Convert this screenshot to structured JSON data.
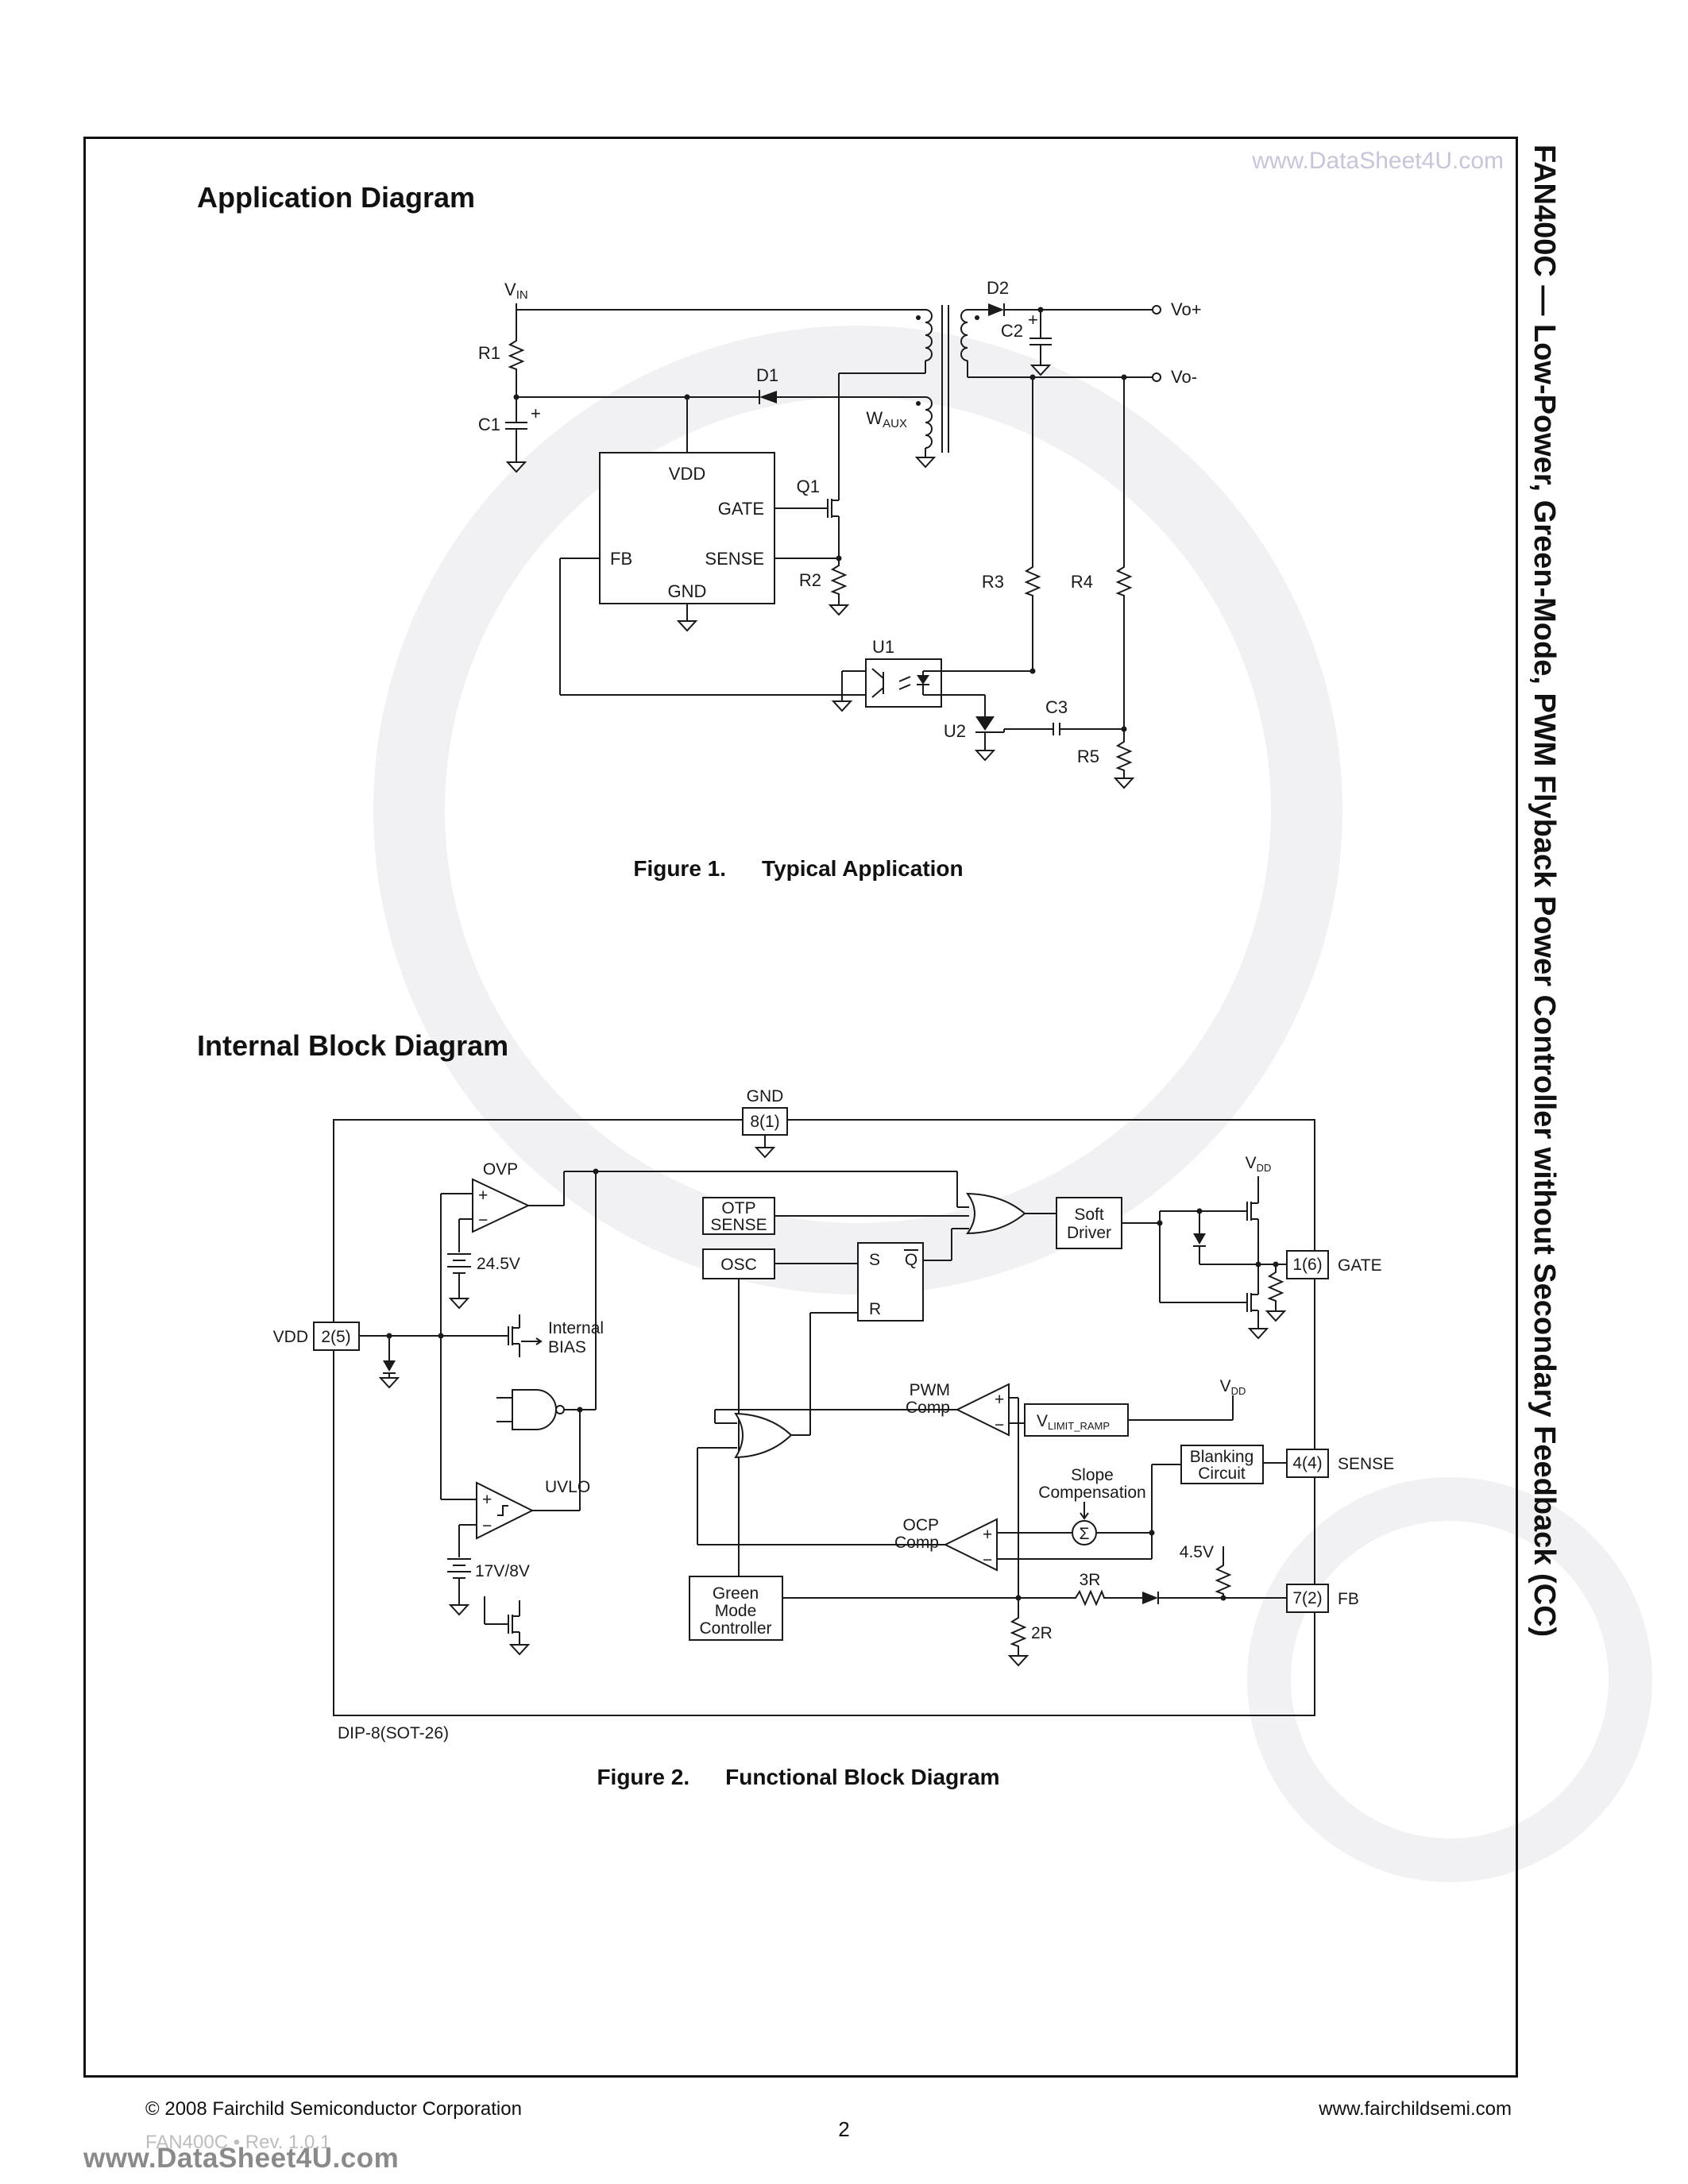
{
  "page": {
    "watermark_top": "www.DataSheet4U.com",
    "watermark_bottom": "www.DataSheet4U.com",
    "sidebar_title": "FAN400C — Low-Power, Green-Mode, PWM Flyback Power Controller without Secondary Feedback (CC)",
    "footer": {
      "copyright": "© 2008 Fairchild Semiconductor Corporation",
      "revision": "FAN400C • Rev. 1.0.1",
      "page_number": "2",
      "website": "www.fairchildsemi.com"
    }
  },
  "fig1": {
    "heading": "Application Diagram",
    "caption_label": "Figure 1.",
    "caption_text": "Typical Application",
    "labels": {
      "vin_main": "V",
      "vin_sub": "IN",
      "r1": "R1",
      "c1": "C1",
      "c1_plus": "+",
      "d1": "D1",
      "d2": "D2",
      "c2": "C2",
      "c2_plus": "+",
      "vo_plus": "Vo+",
      "vo_minus": "Vo-",
      "waux_main": "W",
      "waux_sub": "AUX",
      "q1": "Q1",
      "r2": "R2",
      "r3": "R3",
      "r4": "R4",
      "r5": "R5",
      "u1": "U1",
      "u2": "U2",
      "c3": "C3",
      "ic_vdd": "VDD",
      "ic_gate": "GATE",
      "ic_sense": "SENSE",
      "ic_fb": "FB",
      "ic_gnd": "GND"
    }
  },
  "fig2": {
    "heading": "Internal Block Diagram",
    "caption_label": "Figure 2.",
    "caption_text": "Functional Block Diagram",
    "labels": {
      "gnd": "GND",
      "pin8": "8(1)",
      "ovp": "OVP",
      "v245": "24.5V",
      "vdd": "VDD",
      "pin2": "2(5)",
      "internal": "Internal",
      "bias": "BIAS",
      "uvlo": "UVLO",
      "v178": "17V/8V",
      "otp_line1": "OTP",
      "otp_line2": "SENSE",
      "osc": "OSC",
      "latch_s": "S",
      "latch_q": "Q",
      "latch_r": "R",
      "soft_line1": "Soft",
      "soft_line2": "Driver",
      "vdd_main": "V",
      "vdd_sub": "DD",
      "pin1": "1(6)",
      "gate": "GATE",
      "pwm_line1": "PWM",
      "pwm_line2": "Comp",
      "vlimit_main": "V",
      "vlimit_sub": "LIMIT_RAMP",
      "slope_line1": "Slope",
      "slope_line2": "Compensation",
      "sigma": "Σ",
      "blanking_line1": "Blanking",
      "blanking_line2": "Circuit",
      "pin4": "4(4)",
      "sense": "SENSE",
      "ocp_line1": "OCP",
      "ocp_line2": "Comp",
      "green_line1": "Green",
      "green_line2": "Mode",
      "green_line3": "Controller",
      "r3": "3R",
      "r2": "2R",
      "v45": "4.5V",
      "pin7": "7(2)",
      "fb": "FB",
      "dip": "DIP-8(SOT-26)",
      "plus": "+",
      "minus": "−"
    }
  }
}
